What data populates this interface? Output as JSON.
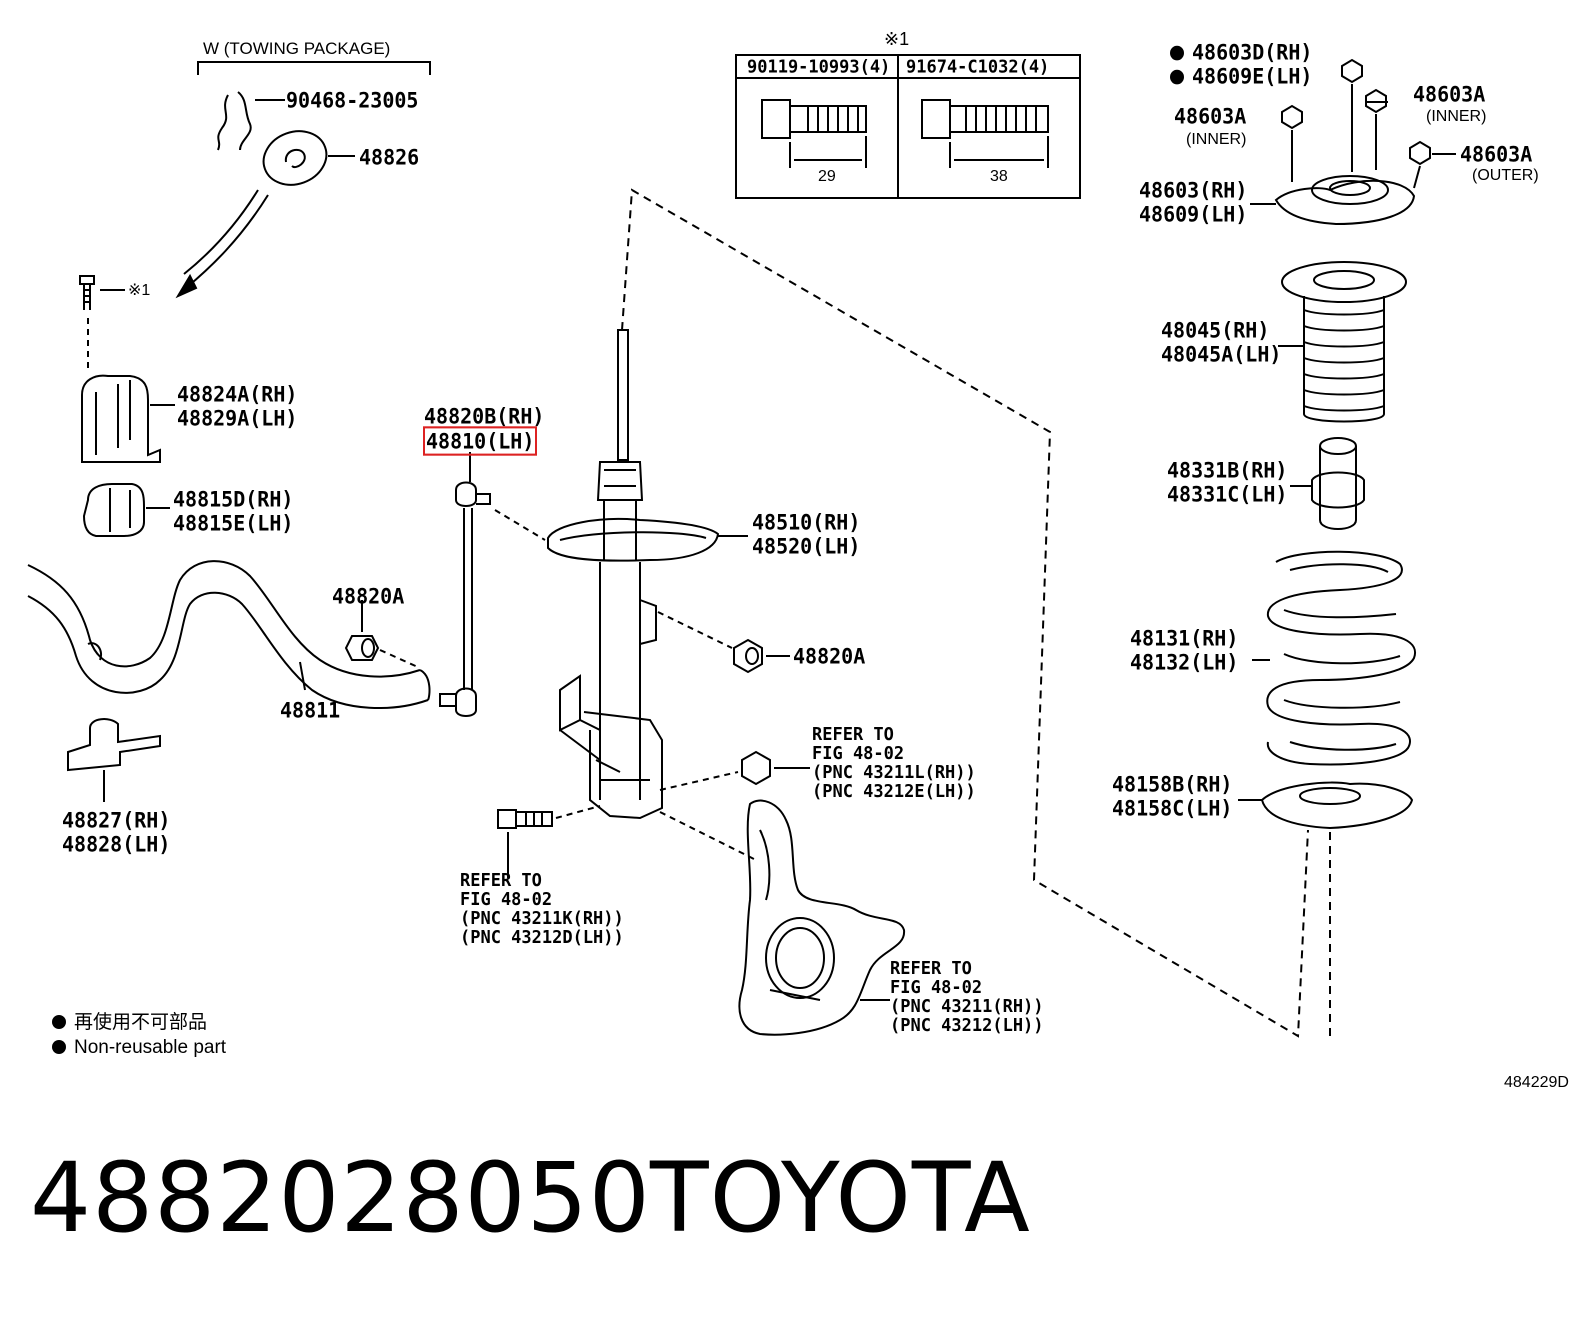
{
  "diagram": {
    "towing_header": "W (TOWING PACKAGE)",
    "note_mark": "※1",
    "table": {
      "mark": "※1",
      "col1_part": "90119-10993(4)",
      "col1_dim": "29",
      "col2_part": "91674-C1032(4)",
      "col2_dim": "38"
    },
    "left_labels": {
      "p_90468": "90468-23005",
      "p_48826": "48826",
      "p_bolt_mark": "※1",
      "p_48824A": "48824A(RH)",
      "p_48829A": "48829A(LH)",
      "p_48815D": "48815D(RH)",
      "p_48815E": "48815E(LH)",
      "p_48820A_a": "48820A",
      "p_48811": "48811",
      "p_48827": "48827(RH)",
      "p_48828": "48828(LH)"
    },
    "center_labels": {
      "p_48820B": "48820B(RH)",
      "p_48810": "48810(LH)",
      "p_48510": "48510(RH)",
      "p_48520": "48520(LH)",
      "p_48820A_b": "48820A",
      "ref1_line1": "REFER TO",
      "ref1_line2": "FIG 48-02",
      "ref1_line3": "(PNC 43211L(RH))",
      "ref1_line4": "(PNC 43212E(LH))",
      "ref2_line1": "REFER TO",
      "ref2_line2": "FIG 48-02",
      "ref2_line3": "(PNC 43211K(RH))",
      "ref2_line4": "(PNC 43212D(LH))",
      "ref3_line1": "REFER TO",
      "ref3_line2": "FIG 48-02",
      "ref3_line3": "(PNC 43211(RH))",
      "ref3_line4": "(PNC 43212(LH))"
    },
    "right_labels": {
      "p_48603D": "48603D(RH)",
      "p_48609E": "48609E(LH)",
      "p_48603A_inner_l": "48603A",
      "inner_l": "(INNER)",
      "p_48603A_inner_r": "48603A",
      "inner_r": "(INNER)",
      "p_48603A_outer": "48603A",
      "outer": "(OUTER)",
      "p_48603": "48603(RH)",
      "p_48609": "48609(LH)",
      "p_48045": "48045(RH)",
      "p_48045A": "48045A(LH)",
      "p_48331B": "48331B(RH)",
      "p_48331C": "48331C(LH)",
      "p_48131": "48131(RH)",
      "p_48132": "48132(LH)",
      "p_48158B": "48158B(RH)",
      "p_48158C": "48158C(LH)"
    },
    "legend": {
      "line1": "再使用不可部品",
      "line2": "Non-reusable part"
    },
    "figure_code": "484229D"
  },
  "caption": {
    "part_number": "4882028050",
    "brand": "TOYOTA"
  },
  "colors": {
    "ink": "#000000",
    "highlight": "#dd2222"
  }
}
